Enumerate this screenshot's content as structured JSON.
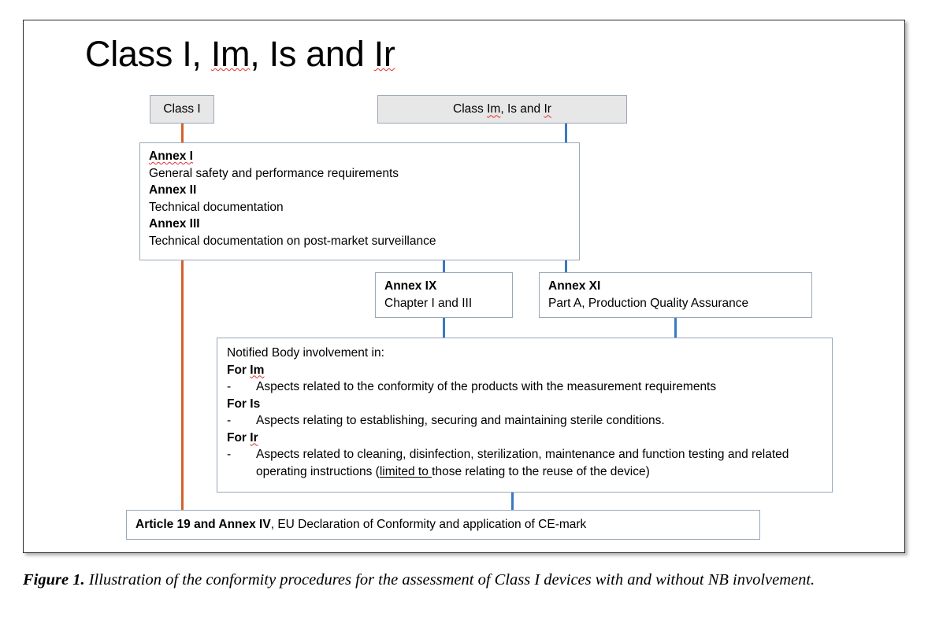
{
  "figure": {
    "title": "Class I, Im, Is and Ir",
    "caption_label": "Figure 1.",
    "caption_text": " Illustration of the conformity procedures for the assessment of Class I devices with and without NB involvement."
  },
  "colors": {
    "connector_blue": "#3b78c3",
    "connector_orange": "#d2622a",
    "box_border": "#9aa7bb",
    "box_shaded_fill": "#e7e7e7",
    "frame_border": "#2b2b2b"
  },
  "nodes": {
    "class_i": {
      "label": "Class I"
    },
    "class_im_is_ir": {
      "label": "Class Im, Is and Ir"
    },
    "annexes": {
      "annex_i_title": "Annex I",
      "annex_i_text": "General safety and performance requirements",
      "annex_ii_title": "Annex II",
      "annex_ii_text": "Technical documentation",
      "annex_iii_title": "Annex III",
      "annex_iii_text": "Technical documentation on post-market surveillance"
    },
    "annex_ix": {
      "title": "Annex IX",
      "text": "Chapter I and III"
    },
    "annex_xi": {
      "title": "Annex XI",
      "text": "Part A, Production Quality Assurance"
    },
    "notified_body": {
      "heading": "Notified Body involvement in:",
      "for_im_label": "For Im",
      "for_im_bullet_dash": "-",
      "for_im_bullet": "Aspects related to the conformity of the products with the measurement requirements",
      "for_is_label": "For Is",
      "for_is_bullet_dash": "-",
      "for_is_bullet": "Aspects relating to establishing, securing and maintaining sterile conditions.",
      "for_ir_label": "For Ir",
      "for_ir_bullet_dash": "-",
      "for_ir_bullet_line1": "Aspects related to cleaning, disinfection, sterilization, maintenance and function testing and",
      "for_ir_bullet_line2_a": "related operating instructions (",
      "for_ir_bullet_line2_underlined": "limited to ",
      "for_ir_bullet_line2_b": "those relating to the reuse of the device)"
    },
    "article_19": {
      "bold_part": "Article 19 and Annex IV",
      "rest": ", EU Declaration of Conformity and application of CE-mark"
    }
  }
}
